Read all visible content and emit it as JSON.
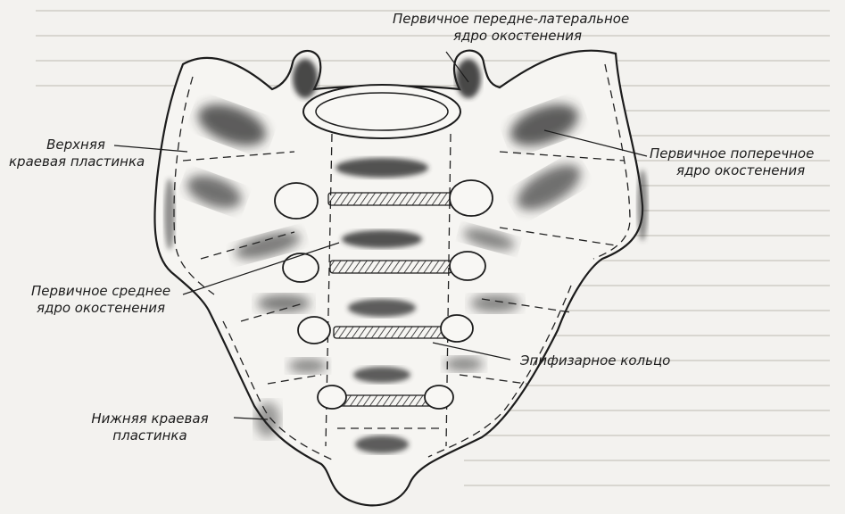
{
  "labels": {
    "primary_anterolateral": {
      "line1": "Первичное передне-латеральное",
      "line2": "ядро окостенения"
    },
    "upper_marginal": {
      "line1": "Верхняя",
      "line2": "краевая пластинка"
    },
    "primary_transverse": {
      "line1": "Первичное поперечное",
      "line2": "ядро окостенения"
    },
    "primary_middle": {
      "line1": "Первичное среднее",
      "line2": "ядро окостенения"
    },
    "epiphyseal_ring": "Эпифизарное кольцо",
    "lower_marginal": {
      "line1": "Нижняя краевая",
      "line2": "пластинка"
    }
  },
  "colors": {
    "background": "#f3f2ef",
    "ink": "#1c1c1c",
    "stipple": "#2a2a2a"
  }
}
